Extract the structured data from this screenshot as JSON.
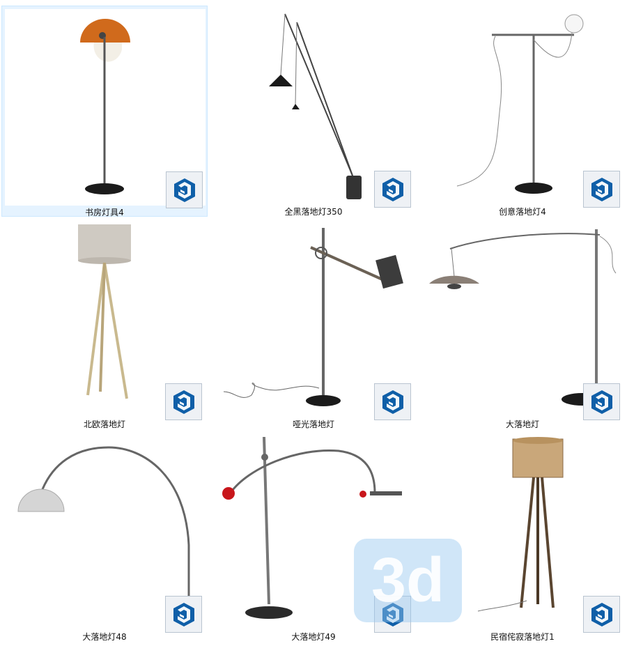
{
  "files": [
    {
      "name": "书房灯具4",
      "selected": true
    },
    {
      "name": "全黑落地灯350"
    },
    {
      "name": "创意落地灯4"
    },
    {
      "name": "北欧落地灯"
    },
    {
      "name": "哑光落地灯"
    },
    {
      "name": "大落地灯"
    },
    {
      "name": "大落地灯48"
    },
    {
      "name": "大落地灯49"
    },
    {
      "name": "民宿侘寂落地灯1"
    }
  ],
  "file_type_icon": "sketchup-icon",
  "watermark": "3d",
  "colors": {
    "selection_bg": "#e5f3ff",
    "sketchup_blue": "#0f5fa8"
  }
}
